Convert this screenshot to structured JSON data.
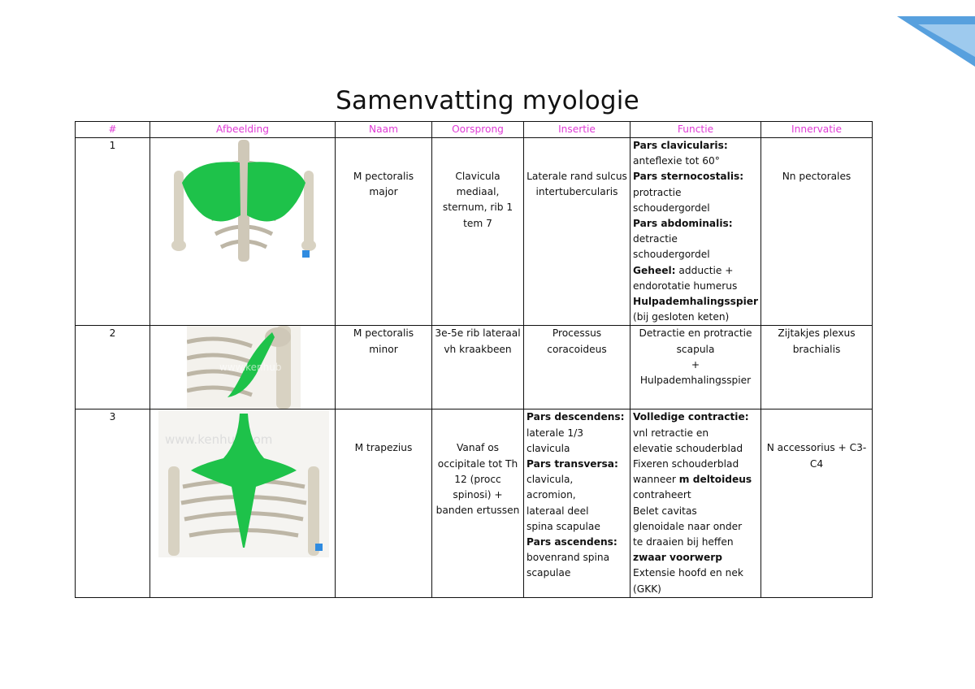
{
  "title": "Samenvatting myologie",
  "headers": [
    "#",
    "Afbeelding",
    "Naam",
    "Oorsprong",
    "Insertie",
    "Functie",
    "Innervatie"
  ],
  "colors": {
    "header": "#e03bd6",
    "muscle": "#1ec24a",
    "bone": "#d8d2c2",
    "corner": "#3a8fd8"
  },
  "rows": [
    {
      "num": "1",
      "image_icon": "pectoralis-major-illustration",
      "naam": "M pectoralis major",
      "oorsprong": "Clavicula mediaal, sternum, rib 1 tem 7",
      "insertie": "Laterale rand sulcus intertubercularis",
      "functie": [
        {
          "text": "Pars clavicularis:",
          "bold": true
        },
        {
          "text": "anteflexie tot 60°",
          "bold": false
        },
        {
          "text": "Pars sternocostalis:",
          "bold": true
        },
        {
          "text": "protractie",
          "bold": false
        },
        {
          "text": "schoudergordel",
          "bold": false
        },
        {
          "text": "Pars abdominalis:",
          "bold": true
        },
        {
          "text": "detractie",
          "bold": false
        },
        {
          "text": "schoudergordel",
          "bold": false
        },
        {
          "bold_part": "Geheel:",
          "rest": " adductie +"
        },
        {
          "text": "endorotatie humerus",
          "bold": false
        },
        {
          "text": "Hulpademhalingsspier",
          "bold": true
        },
        {
          "text": "(bij gesloten keten)",
          "bold": false
        }
      ],
      "innervatie": "Nn pectorales"
    },
    {
      "num": "2",
      "image_icon": "pectoralis-minor-illustration",
      "watermark": "www.kenhub",
      "naam": "M pectoralis minor",
      "oorsprong": "3e-5e rib lateraal vh kraakbeen",
      "insertie": "Processus coracoideus",
      "functie": [
        {
          "text": "Detractie en protractie",
          "bold": false
        },
        {
          "text": "scapula",
          "bold": false
        },
        {
          "text": "+",
          "bold": false
        },
        {
          "text": "Hulpademhalingsspier",
          "bold": false
        }
      ],
      "innervatie": "Zijtakjes plexus brachialis"
    },
    {
      "num": "3",
      "image_icon": "trapezius-illustration",
      "watermark": "www.kenhub.com",
      "naam": "M trapezius",
      "oorsprong": "Vanaf os occipitale tot Th 12 (procc spinosi) + banden ertussen",
      "insertie": [
        {
          "text": "Pars descendens:",
          "bold": true
        },
        {
          "text": "laterale 1/3",
          "bold": false
        },
        {
          "text": "clavicula",
          "bold": false
        },
        {
          "text": "Pars transversa:",
          "bold": true
        },
        {
          "text": "clavicula,",
          "bold": false
        },
        {
          "text": "acromion,",
          "bold": false
        },
        {
          "text": "lateraal deel",
          "bold": false
        },
        {
          "text": "spina scapulae",
          "bold": false
        },
        {
          "text": "Pars ascendens:",
          "bold": true
        },
        {
          "text": "bovenrand spina",
          "bold": false
        },
        {
          "text": "scapulae",
          "bold": false
        }
      ],
      "functie": [
        {
          "text": "Volledige contractie:",
          "bold": true
        },
        {
          "text": "vnl retractie en",
          "bold": false
        },
        {
          "text": "elevatie schouderblad",
          "bold": false
        },
        {
          "text": "Fixeren schouderblad",
          "bold": false
        },
        {
          "bold_part": "",
          "pre": "wanneer ",
          "mid": "m deltoideus"
        },
        {
          "text": "contraheert",
          "bold": false
        },
        {
          "text": "Belet cavitas",
          "bold": false
        },
        {
          "text": "glenoidale naar onder",
          "bold": false
        },
        {
          "text": "te draaien bij heffen",
          "bold": false
        },
        {
          "text": "zwaar voorwerp",
          "bold": true
        },
        {
          "text": "Extensie hoofd en nek",
          "bold": false
        },
        {
          "text": "(GKK)",
          "bold": false
        }
      ],
      "innervatie": "N accessorius + C3-C4"
    }
  ]
}
